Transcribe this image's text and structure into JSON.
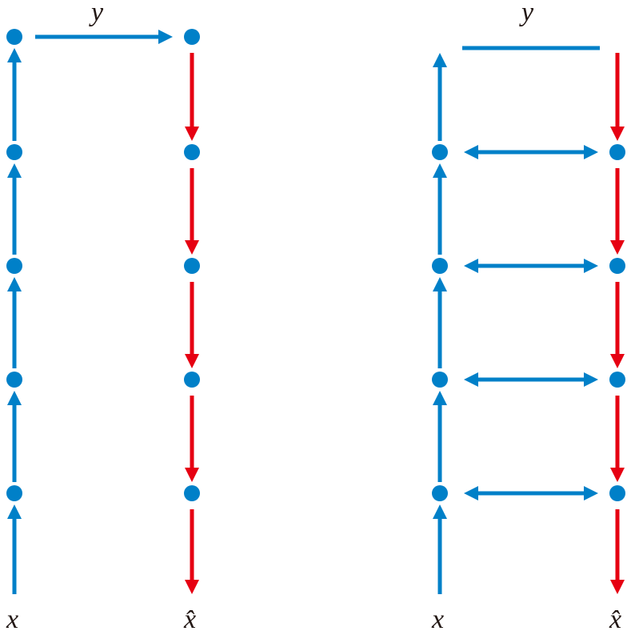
{
  "colors": {
    "forward": "#0080C8",
    "backward": "#E60012",
    "text": "#231815"
  },
  "left_diagram": {
    "input_label": "x",
    "output_label": "x̂",
    "top_label": "y",
    "layers": 5
  },
  "right_diagram": {
    "input_label": "x",
    "output_label": "x̂",
    "top_label": "y",
    "layers": 4,
    "lateral_connections": "bidirectional"
  }
}
